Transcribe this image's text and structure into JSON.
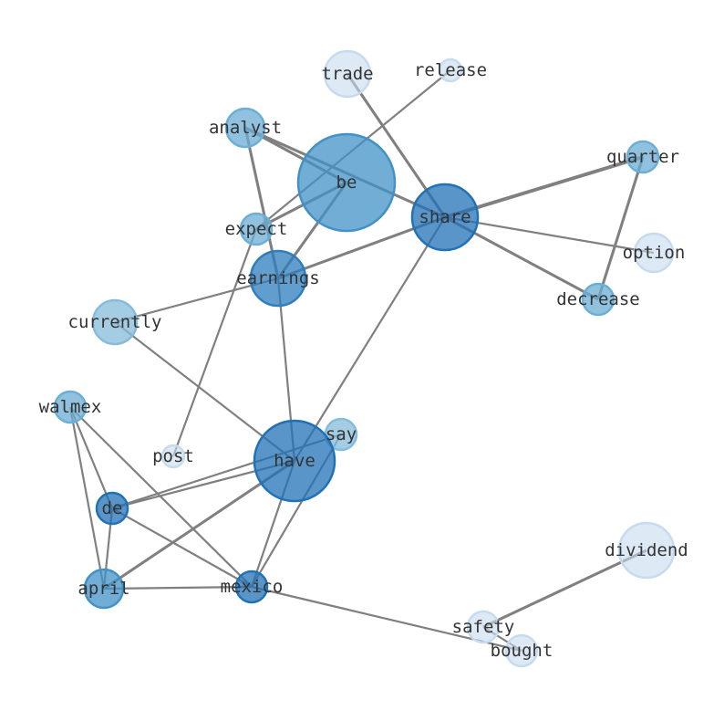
{
  "chart_data": {
    "type": "network",
    "nodes": [
      {
        "id": "trade",
        "label": "trade",
        "weight": 0.35,
        "tone": "#c6dbef"
      },
      {
        "id": "release",
        "label": "release",
        "weight": 0.1,
        "tone": "#c6dbef"
      },
      {
        "id": "analyst",
        "label": "analyst",
        "weight": 0.25,
        "tone": "#6baed6"
      },
      {
        "id": "be",
        "label": "be",
        "weight": 1.0,
        "tone": "#4292c6"
      },
      {
        "id": "quarter",
        "label": "quarter",
        "weight": 0.18,
        "tone": "#6baed6"
      },
      {
        "id": "share",
        "label": "share",
        "weight": 0.5,
        "tone": "#2171b5"
      },
      {
        "id": "expect",
        "label": "expect",
        "weight": 0.18,
        "tone": "#6baed6"
      },
      {
        "id": "option",
        "label": "option",
        "weight": 0.25,
        "tone": "#c6dbef"
      },
      {
        "id": "earnings",
        "label": "earnings",
        "weight": 0.4,
        "tone": "#2e7ebc"
      },
      {
        "id": "decrease",
        "label": "decrease",
        "weight": 0.18,
        "tone": "#6baed6"
      },
      {
        "id": "currently",
        "label": "currently",
        "weight": 0.3,
        "tone": "#85bcdb"
      },
      {
        "id": "walmex",
        "label": "walmex",
        "weight": 0.18,
        "tone": "#6baed6"
      },
      {
        "id": "say",
        "label": "say",
        "weight": 0.18,
        "tone": "#85bcdb"
      },
      {
        "id": "post",
        "label": "post",
        "weight": 0.1,
        "tone": "#c6dbef"
      },
      {
        "id": "have",
        "label": "have",
        "weight": 0.75,
        "tone": "#2171b5"
      },
      {
        "id": "de",
        "label": "de",
        "weight": 0.18,
        "tone": "#2171b5"
      },
      {
        "id": "april",
        "label": "april",
        "weight": 0.25,
        "tone": "#4292c6"
      },
      {
        "id": "mexico",
        "label": "mexico",
        "weight": 0.18,
        "tone": "#2171b5"
      },
      {
        "id": "dividend",
        "label": "dividend",
        "weight": 0.4,
        "tone": "#c6dbef"
      },
      {
        "id": "safety",
        "label": "safety",
        "weight": 0.18,
        "tone": "#c6dbef"
      },
      {
        "id": "bought",
        "label": "bought",
        "weight": 0.18,
        "tone": "#c6dbef"
      }
    ],
    "edges": [
      [
        "trade",
        "share",
        3
      ],
      [
        "release",
        "expect",
        2
      ],
      [
        "analyst",
        "share",
        3
      ],
      [
        "analyst",
        "be",
        3
      ],
      [
        "analyst",
        "earnings",
        3
      ],
      [
        "be",
        "earnings",
        3
      ],
      [
        "be",
        "expect",
        3
      ],
      [
        "share",
        "quarter",
        4
      ],
      [
        "share",
        "option",
        2
      ],
      [
        "share",
        "decrease",
        3
      ],
      [
        "share",
        "earnings",
        3
      ],
      [
        "share",
        "have",
        2
      ],
      [
        "quarter",
        "decrease",
        3
      ],
      [
        "earnings",
        "currently",
        2
      ],
      [
        "earnings",
        "have",
        2
      ],
      [
        "expect",
        "post",
        2
      ],
      [
        "currently",
        "have",
        2
      ],
      [
        "walmex",
        "de",
        2
      ],
      [
        "walmex",
        "april",
        2
      ],
      [
        "walmex",
        "mexico",
        2
      ],
      [
        "de",
        "have",
        2
      ],
      [
        "de",
        "say",
        2
      ],
      [
        "de",
        "april",
        2
      ],
      [
        "de",
        "mexico",
        2
      ],
      [
        "april",
        "have",
        3
      ],
      [
        "april",
        "mexico",
        2
      ],
      [
        "mexico",
        "have",
        2
      ],
      [
        "mexico",
        "say",
        2
      ],
      [
        "mexico",
        "bought",
        2
      ],
      [
        "dividend",
        "safety",
        3
      ],
      [
        "safety",
        "bought",
        2
      ]
    ],
    "edge_color": "#808080"
  }
}
